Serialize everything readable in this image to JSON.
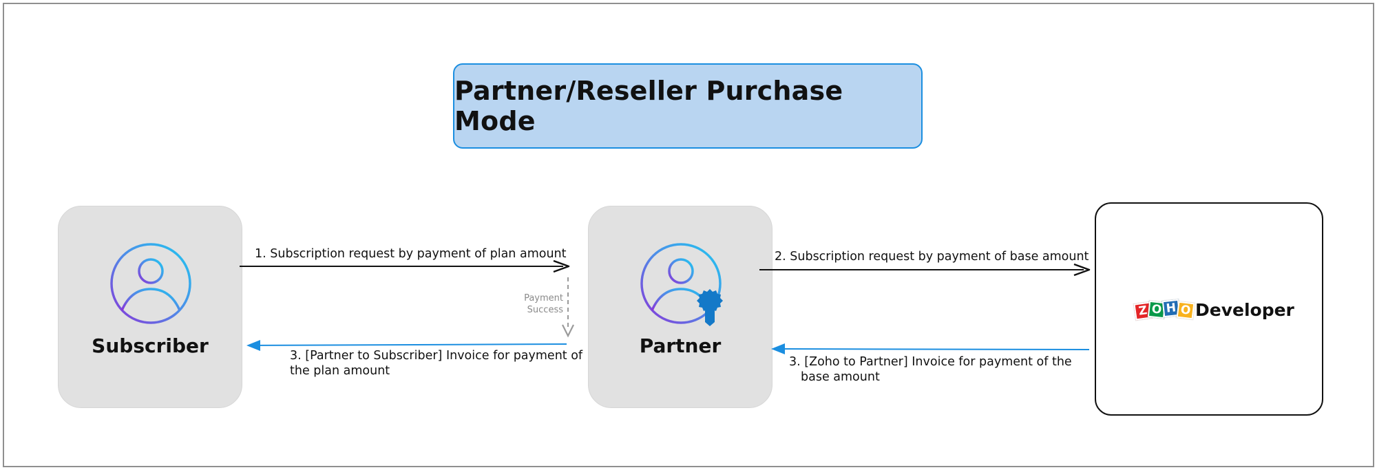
{
  "title": "Partner/Reseller Purchase Mode",
  "nodes": {
    "subscriber": {
      "label": "Subscriber",
      "icon": "user-circle-icon"
    },
    "partner": {
      "label": "Partner",
      "icon": "partner-badge-icon"
    },
    "zoho": {
      "logo_letters": [
        "Z",
        "O",
        "H",
        "O"
      ],
      "label": "Developer",
      "icon": "zoho-logo"
    }
  },
  "edges": {
    "sub_to_partner": {
      "label": "1. Subscription request by payment of plan amount"
    },
    "partner_to_zoho": {
      "label": "2. Subscription request by payment of base amount"
    },
    "partner_to_sub": {
      "label_line1": "3. [Partner to Subscriber] Invoice for payment of",
      "label_line2": "the plan amount"
    },
    "zoho_to_partner": {
      "label_line1": "3. [Zoho to Partner] Invoice for payment of the",
      "label_line2": "base amount"
    },
    "payment_success": {
      "label_line1": "Payment",
      "label_line2": "Success"
    }
  },
  "colors": {
    "title_fill": "#b9d5f1",
    "title_border": "#1b8ee0",
    "node_fill": "#e1e1e1",
    "return_arrow": "#1b8ee0",
    "forward_arrow": "#111111",
    "dashed_arrow": "#9a9a9a",
    "zoho_z": "#e42527",
    "zoho_o1": "#089949",
    "zoho_h": "#226db4",
    "zoho_o2": "#f9b21d"
  }
}
